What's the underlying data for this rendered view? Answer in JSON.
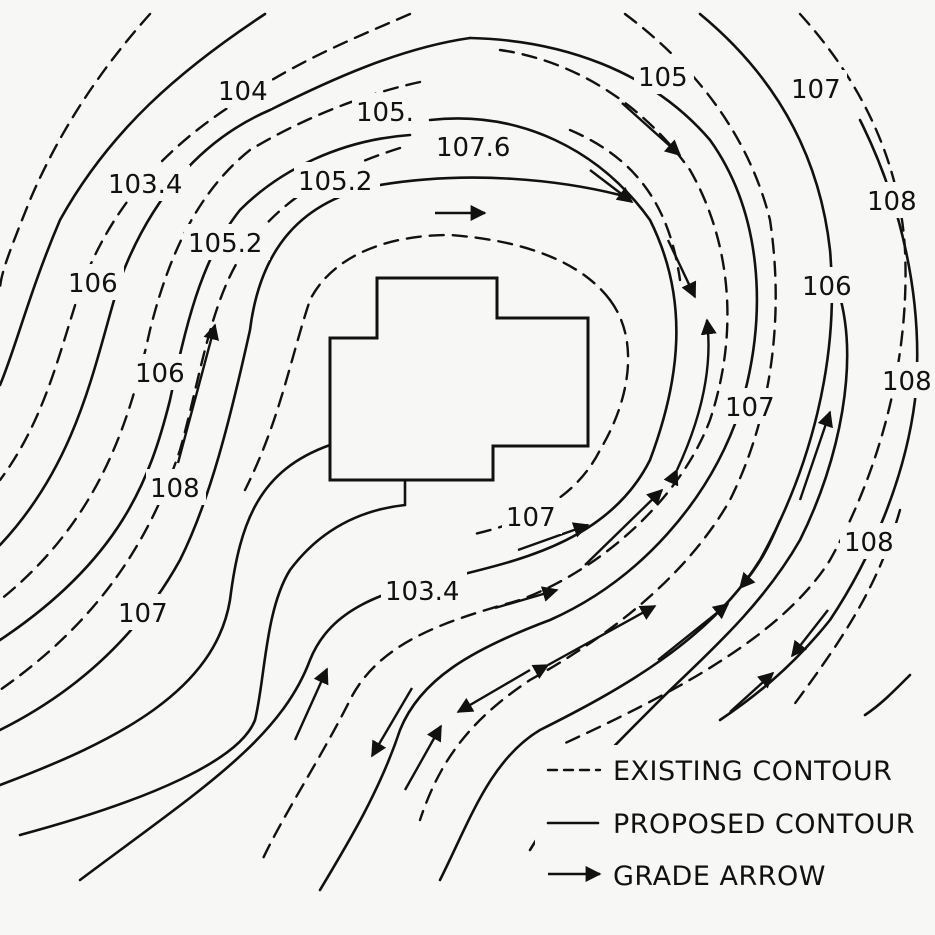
{
  "contour_labels": [
    {
      "text": "104"
    },
    {
      "text": "105."
    },
    {
      "text": "105"
    },
    {
      "text": "107"
    },
    {
      "text": "107.6"
    },
    {
      "text": "103.4"
    },
    {
      "text": "105.2"
    },
    {
      "text": "108"
    },
    {
      "text": "105.2"
    },
    {
      "text": "106"
    },
    {
      "text": "106"
    },
    {
      "text": "108"
    },
    {
      "text": "106"
    },
    {
      "text": "107"
    },
    {
      "text": "108"
    },
    {
      "text": "107"
    },
    {
      "text": "108"
    },
    {
      "text": "107"
    },
    {
      "text": "103.4"
    }
  ],
  "legend": {
    "existing": "EXISTING CONTOUR",
    "proposed": "PROPOSED CONTOUR",
    "grade": "GRADE ARROW"
  }
}
